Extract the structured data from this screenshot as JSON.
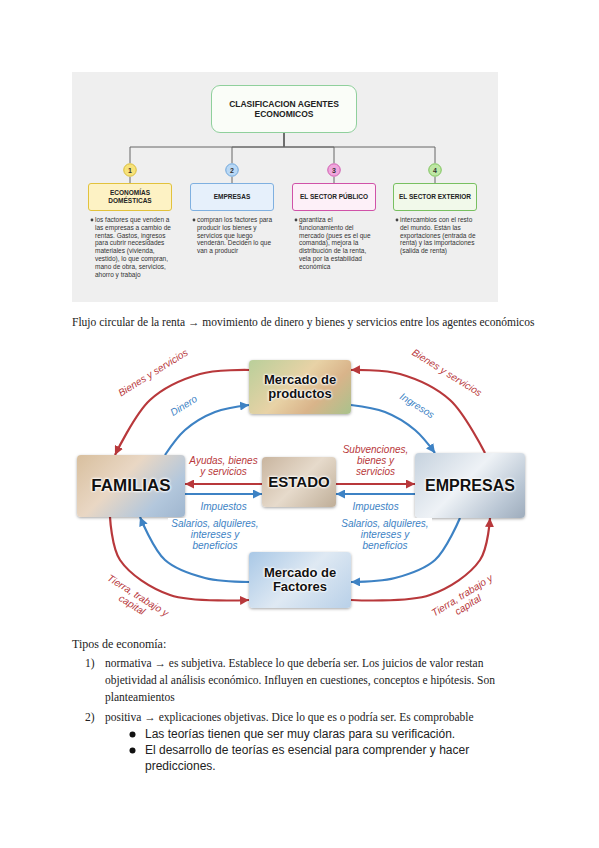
{
  "diagram": {
    "nodes": [
      {
        "text": [
          "CLASIFICACION AGENTES ECONOMICOS"
        ]
      },
      {
        "text": [
          "1"
        ]
      },
      {
        "text": [
          "2"
        ]
      },
      {
        "text": [
          "3"
        ]
      },
      {
        "text": [
          "4"
        ]
      },
      {
        "text": [
          "ECONOMÍAS DOMÉSTICAS"
        ]
      },
      {
        "text": [
          "EMPRESAS"
        ]
      },
      {
        "text": [
          "EL SECTOR PÚBLICO"
        ]
      },
      {
        "text": [
          "EL SECTOR EXTERIOR"
        ]
      },
      {
        "text": [
          "Mercado de productos"
        ]
      },
      {
        "text": [
          "FAMILIAS"
        ]
      },
      {
        "text": [
          "ESTADO"
        ]
      },
      {
        "text": [
          "EMPRESAS"
        ]
      },
      {
        "text": [
          "Mercado de Factores"
        ]
      }
    ],
    "edges": [
      {
        "from": 0,
        "to": 1,
        "arrow": "none"
      },
      {
        "from": 0,
        "to": 2,
        "arrow": "none"
      },
      {
        "from": 0,
        "to": 3,
        "arrow": "none"
      },
      {
        "from": 0,
        "to": 4,
        "arrow": "none"
      },
      {
        "from": 1,
        "to": 5,
        "arrow": "none"
      },
      {
        "from": 2,
        "to": 6,
        "arrow": "none"
      },
      {
        "from": 3,
        "to": 7,
        "arrow": "none"
      },
      {
        "from": 4,
        "to": 8,
        "arrow": "none"
      },
      {
        "from": 9,
        "to": 10,
        "label": "Bienes y servicios",
        "arrow": "to"
      },
      {
        "from": 10,
        "to": 9,
        "label": "Dinero",
        "arrow": "to"
      },
      {
        "from": 12,
        "to": 9,
        "label": "Bienes y servicios",
        "arrow": "to"
      },
      {
        "from": 9,
        "to": 12,
        "label": "Ingresos",
        "arrow": "to"
      },
      {
        "from": 11,
        "to": 10,
        "label": "Ayudas, bienes y servicios",
        "arrow": "to"
      },
      {
        "from": 10,
        "to": 11,
        "label": "Impuestos",
        "arrow": "to"
      },
      {
        "from": 11,
        "to": 12,
        "label": "Subvenciones, bienes y servicios",
        "arrow": "to"
      },
      {
        "from": 12,
        "to": 11,
        "label": "Impuestos",
        "arrow": "to"
      },
      {
        "from": 13,
        "to": 10,
        "label": "Salarios, alquileres, intereses y beneficios",
        "arrow": "to"
      },
      {
        "from": 10,
        "to": 13,
        "label": "Tierra, trabajo y capital",
        "arrow": "to"
      },
      {
        "from": 12,
        "to": 13,
        "label": "Salarios, alquileres, intereses y beneficios",
        "arrow": "to"
      },
      {
        "from": 13,
        "to": 12,
        "label": "Tierra, trabajo y capital",
        "arrow": "to"
      }
    ],
    "labels": [
      "los factores que venden a las empresas a cambio de rentas. Gastos, ingresos para cubrir necesidades materiales (vivienda, vestido), lo que compran, mano de obra, servicios, ahorro y trabajo",
      "compran los factores para producir los bienes y servicios que luego venderán. Deciden lo que van a producir",
      "garantiza el funcionamiento del mercado (pues es el que comanda), mejora la distribución de la renta, vela por la estabilidad económica",
      "intercambios con el resto del mundo. Están las exportaciones (entrada de renta) y las importaciones (salida de renta)",
      "Flujo circular de la renta → movimiento de dinero y bienes y servicios entre los agentes económicos",
      "Tipos de economía:",
      "1)",
      "normativa → es subjetiva. Establece lo que debería ser. Los juicios de valor restan objetividad al análisis económico. Influyen en cuestiones, conceptos e hipótesis. Son planteamientos",
      "2)",
      "positiva → explicaciones objetivas. Dice lo que es o podría ser. Es comprobable",
      "Las teorías tienen que ser muy claras para su verificación.",
      "El desarrollo de teorías es esencial para comprender y hacer predicciones."
    ]
  }
}
